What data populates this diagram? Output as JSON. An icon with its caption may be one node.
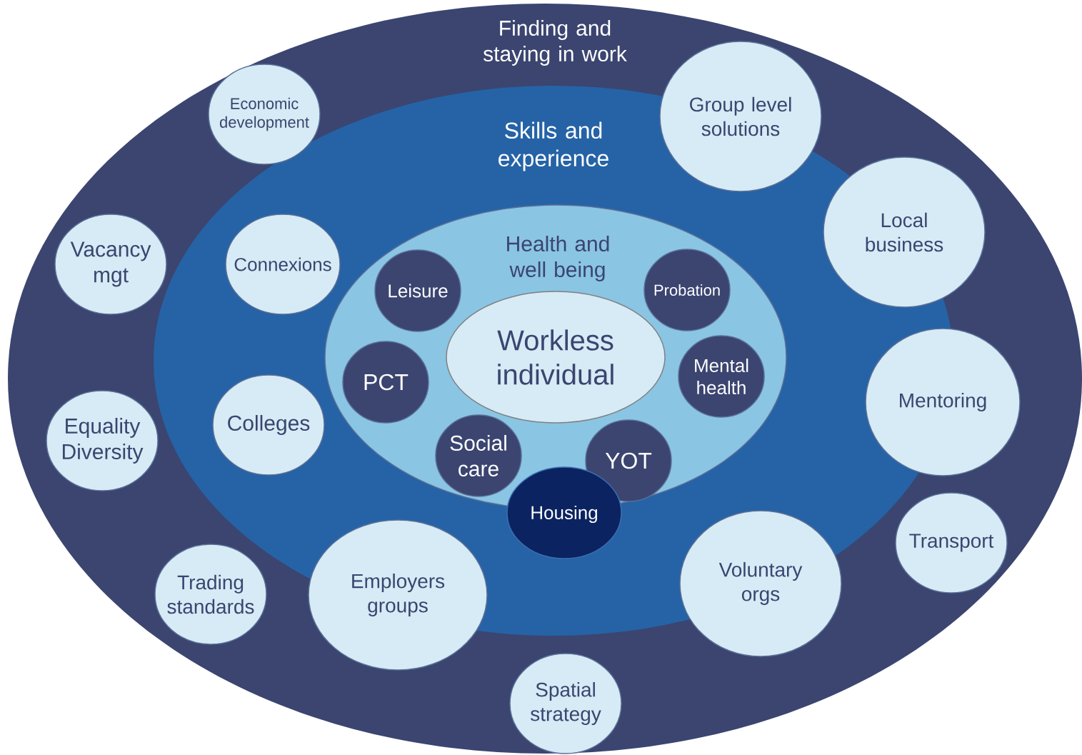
{
  "diagram": {
    "nodes": [
      {
        "text": [
          "Finding and staying in work"
        ]
      },
      {
        "text": [
          "Skills and experience"
        ],
        "in": 0
      },
      {
        "text": [
          "Health and well being"
        ],
        "in": 1
      },
      {
        "text": [
          "Workless individual"
        ],
        "in": 2
      },
      {
        "text": [
          "Economic development"
        ],
        "in": 0
      },
      {
        "text": [
          "Group level solutions"
        ],
        "in": 0
      },
      {
        "text": [
          "Vacancy mgt"
        ],
        "in": 0
      },
      {
        "text": [
          "Connexions"
        ],
        "in": 1
      },
      {
        "text": [
          "Leisure"
        ],
        "in": 2
      },
      {
        "text": [
          "Probation"
        ],
        "in": 2
      },
      {
        "text": [
          "Local business"
        ],
        "in": 0
      },
      {
        "text": [
          "PCT"
        ],
        "in": 2
      },
      {
        "text": [
          "Mental health"
        ],
        "in": 2
      },
      {
        "text": [
          "Mentoring"
        ],
        "in": 0
      },
      {
        "text": [
          "Equality Diversity"
        ],
        "in": 0
      },
      {
        "text": [
          "Colleges"
        ],
        "in": 1
      },
      {
        "text": [
          "Social care"
        ],
        "in": 2
      },
      {
        "text": [
          "YOT"
        ],
        "in": 2
      },
      {
        "text": [
          "Housing"
        ],
        "in": 1
      },
      {
        "text": [
          "Transport"
        ],
        "in": 0
      },
      {
        "text": [
          "Trading standards"
        ],
        "in": 0
      },
      {
        "text": [
          "Employers groups"
        ],
        "in": 0
      },
      {
        "text": [
          "Voluntary orgs"
        ],
        "in": 0
      },
      {
        "text": [
          "Spatial strategy"
        ],
        "in": 0
      }
    ]
  }
}
